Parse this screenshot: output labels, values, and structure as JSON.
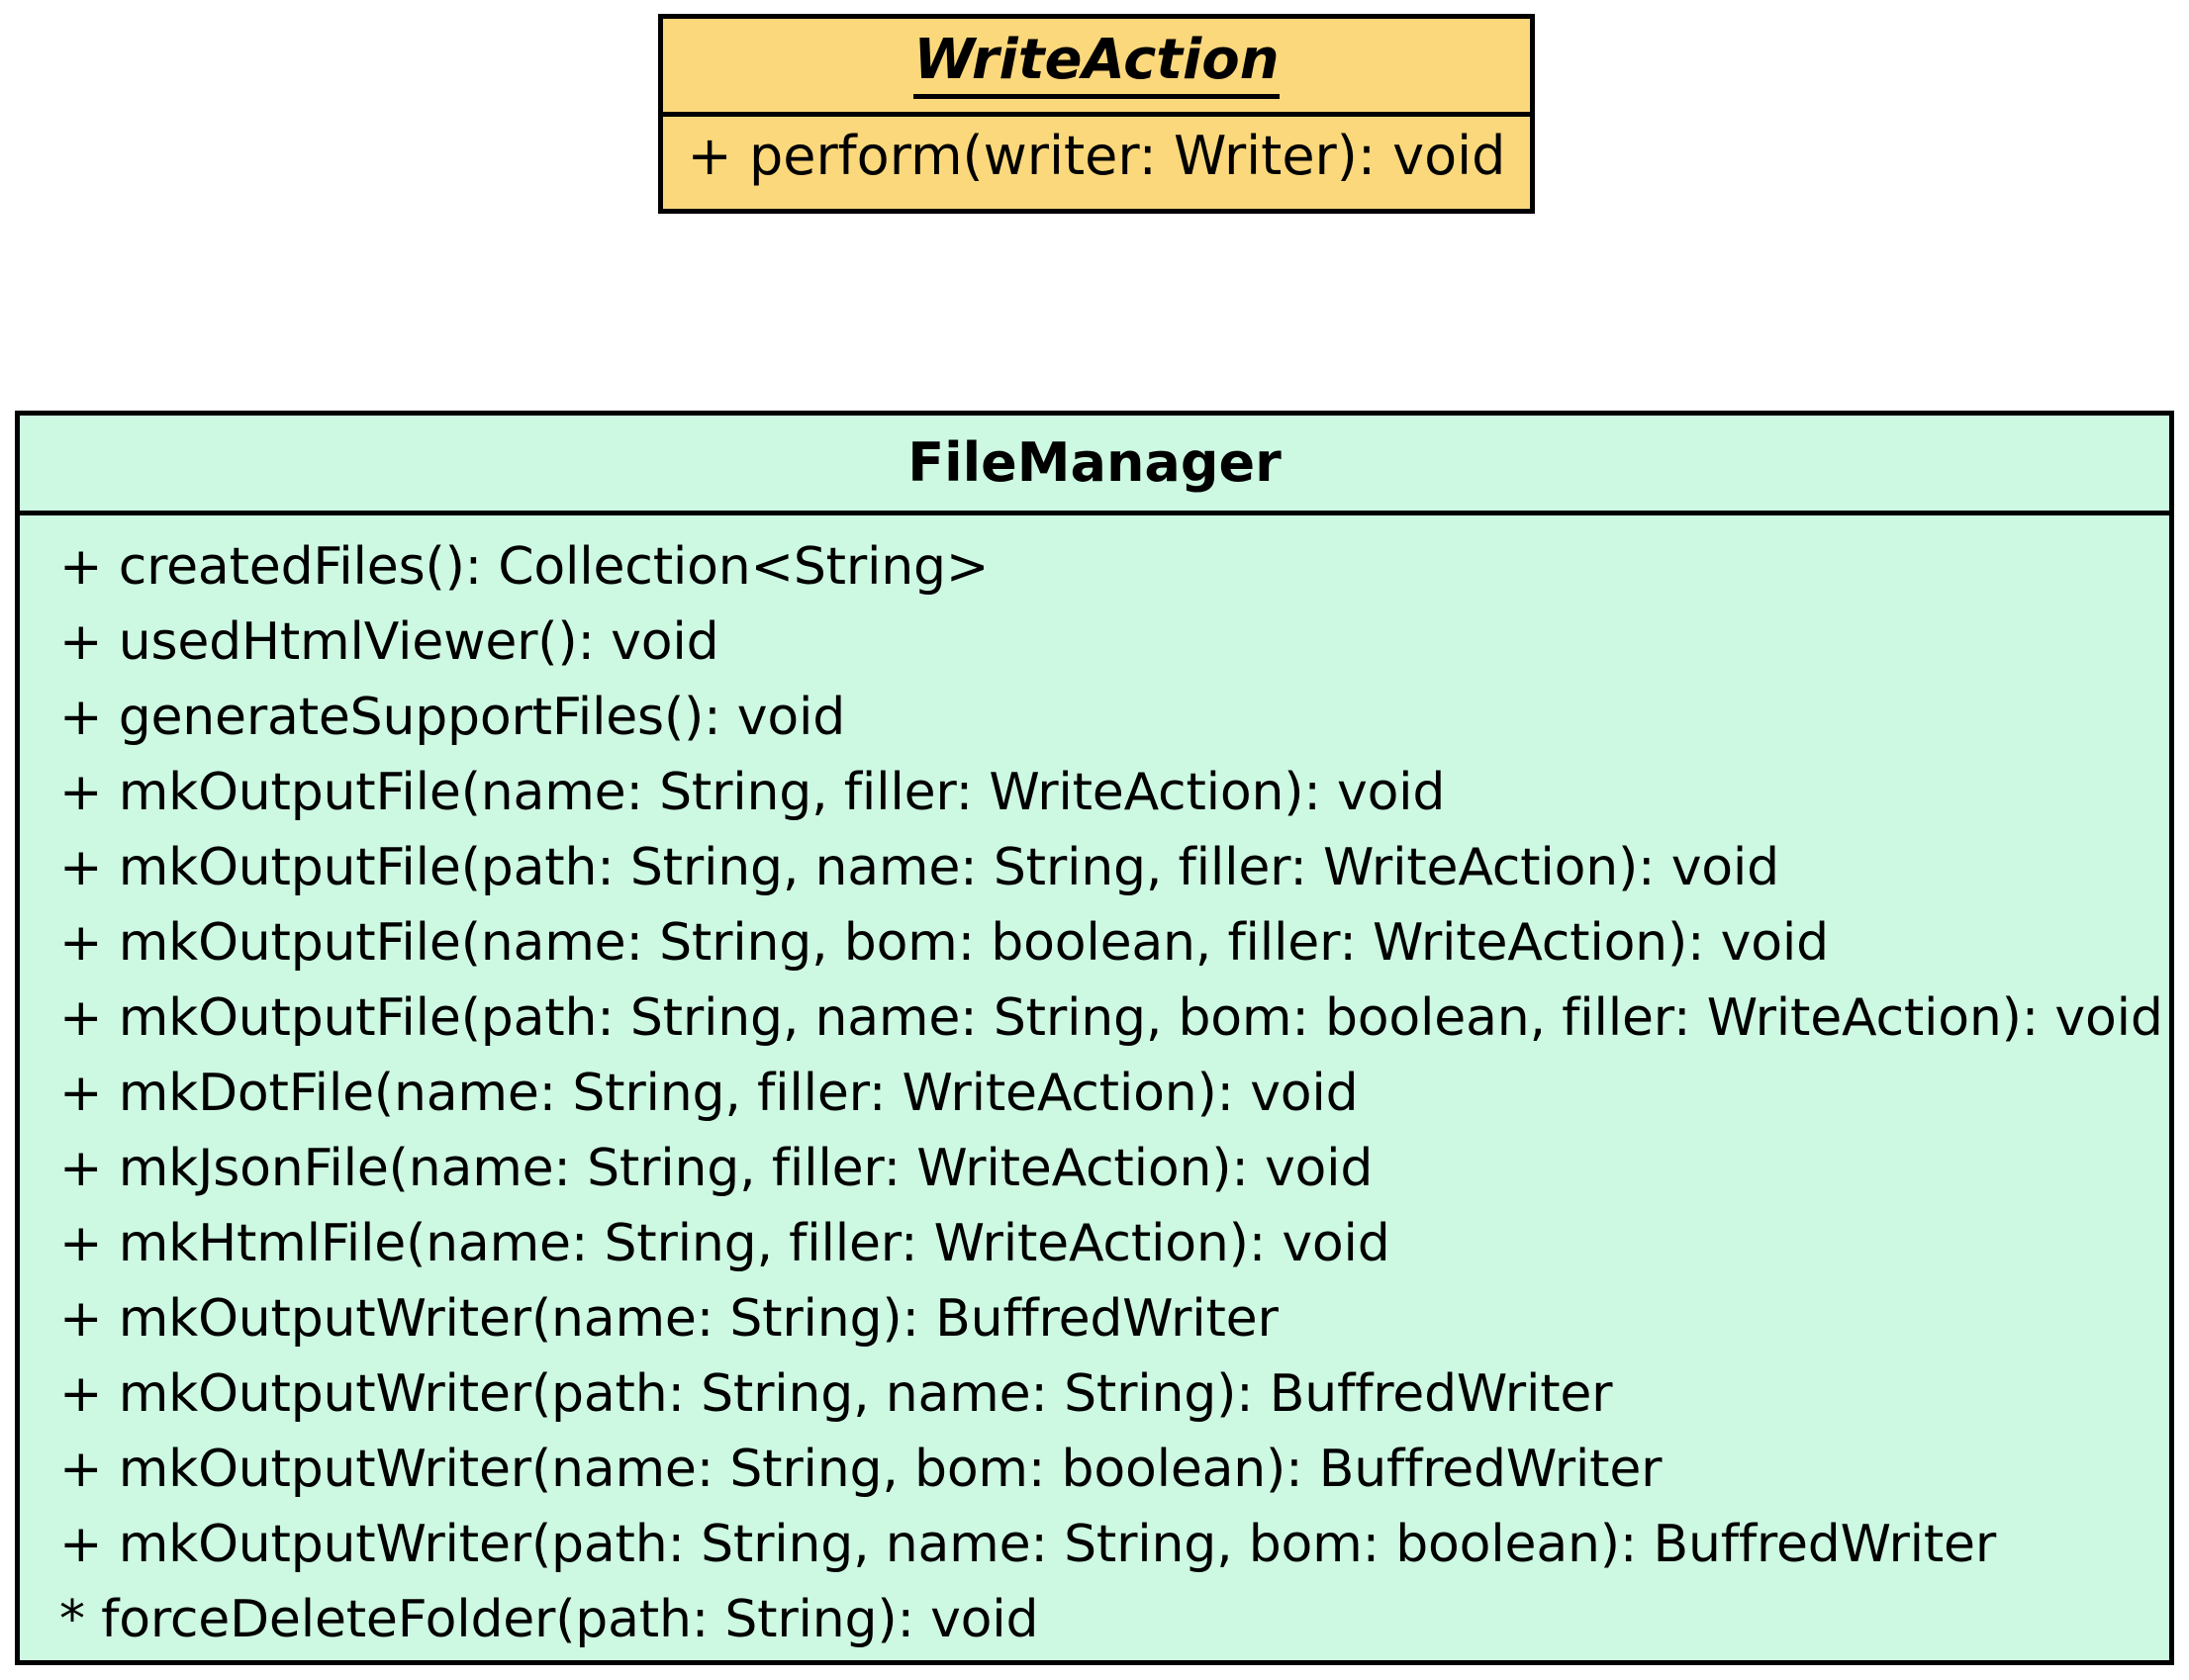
{
  "diagram": {
    "type": "uml-class-diagram",
    "colors": {
      "abstract_class_fill": "#FBD87B",
      "concrete_class_fill": "#CDF8E2",
      "border": "#000000",
      "text": "#000000"
    },
    "classes": [
      {
        "id": "write-action",
        "name": "WriteAction",
        "stereotype": "abstract",
        "is_abstract": true,
        "title_style": "bold-italic-underlined",
        "fill": "#FBD87B",
        "attributes": [],
        "methods": [
          "+ perform(writer: Writer): void"
        ]
      },
      {
        "id": "file-manager",
        "name": "FileManager",
        "stereotype": "class",
        "is_abstract": false,
        "title_style": "bold",
        "fill": "#CDF8E2",
        "attributes": [],
        "methods": [
          "+ createdFiles(): Collection<String>",
          "+ usedHtmlViewer(): void",
          "+ generateSupportFiles(): void",
          "+ mkOutputFile(name: String, filler: WriteAction): void",
          "+ mkOutputFile(path: String, name: String, filler: WriteAction): void",
          "+ mkOutputFile(name: String, bom: boolean, filler: WriteAction): void",
          "+ mkOutputFile(path: String, name: String, bom: boolean, filler: WriteAction): void",
          "+ mkDotFile(name: String, filler: WriteAction): void",
          "+ mkJsonFile(name: String, filler: WriteAction): void",
          "+ mkHtmlFile(name: String, filler: WriteAction): void",
          "+ mkOutputWriter(name: String): BuffredWriter",
          "+ mkOutputWriter(path: String, name: String): BuffredWriter",
          "+ mkOutputWriter(name: String, bom: boolean): BuffredWriter",
          "+ mkOutputWriter(path: String, name: String, bom: boolean): BuffredWriter",
          "* forceDeleteFolder(path: String): void"
        ]
      }
    ]
  }
}
